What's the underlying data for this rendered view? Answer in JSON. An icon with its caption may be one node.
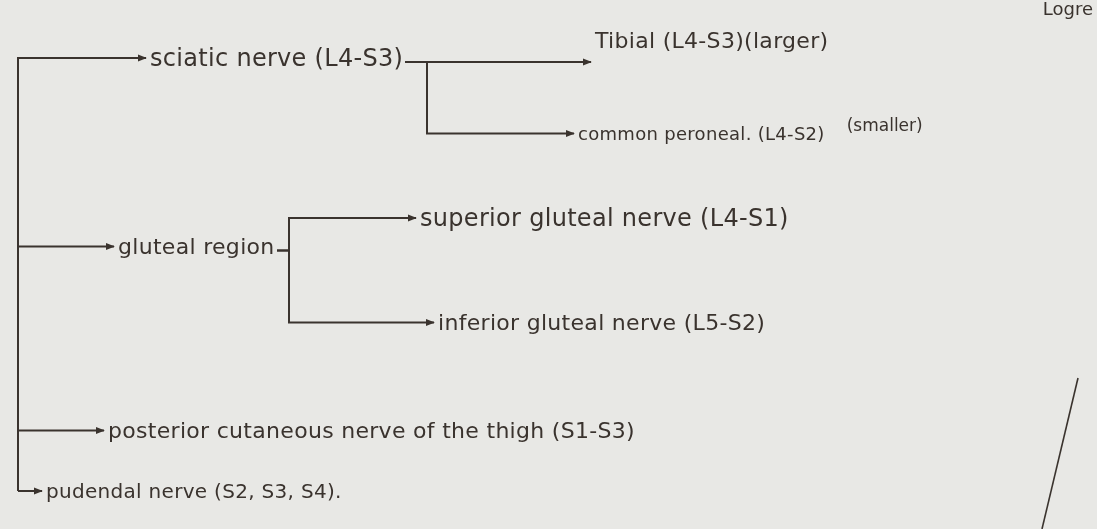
{
  "diagram": {
    "nodes": [
      {
        "text": [
          "sciatic nerve (L4-S3)"
        ]
      },
      {
        "text": [
          "Tibial (L4-S3)(larger)"
        ]
      },
      {
        "text": [
          "common peroneal. (L4-S2)"
        ],
        "beside": [
          "(smaller)"
        ]
      },
      {
        "text": [
          "gluteal region"
        ]
      },
      {
        "text": [
          "superior gluteal nerve (L4-S1)"
        ]
      },
      {
        "text": [
          "inferior gluteal nerve (L5-S2)"
        ]
      },
      {
        "text": [
          "posterior cutaneous nerve of the thigh (S1-S3)"
        ]
      },
      {
        "text": [
          "pudendal nerve (S2, S3, S4)."
        ]
      }
    ],
    "edges": [
      {
        "from": null,
        "to": 0,
        "arrow": "to"
      },
      {
        "from": 0,
        "to": 1,
        "arrow": "to"
      },
      {
        "from": 0,
        "to": 2,
        "arrow": "to"
      },
      {
        "from": null,
        "to": 3,
        "arrow": "to"
      },
      {
        "from": 3,
        "to": 4,
        "arrow": "to"
      },
      {
        "from": 3,
        "to": 5,
        "arrow": "to"
      },
      {
        "from": null,
        "to": 6,
        "arrow": "to"
      },
      {
        "from": null,
        "to": 7,
        "arrow": "to"
      }
    ],
    "labels": [
      "Logre"
    ]
  }
}
